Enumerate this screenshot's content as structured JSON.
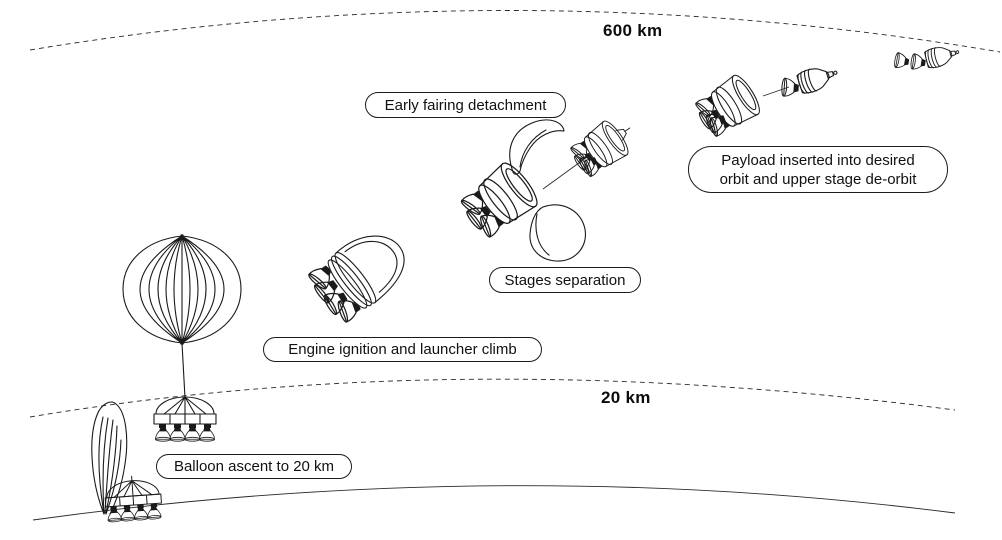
{
  "colors": {
    "background": "#ffffff",
    "ink": "#1a1a1a"
  },
  "altitudes": {
    "line_600km": {
      "label": "600 km"
    },
    "line_20km": {
      "label": "20 km"
    }
  },
  "phases": {
    "balloon_ascent": {
      "label": "Balloon ascent to 20 km",
      "icon": "balloon-with-hanging-launcher-icon"
    },
    "engine_ignition": {
      "label": "Engine ignition and launcher climb",
      "icon": "launcher-climb-icon"
    },
    "early_fairing": {
      "label": "Early fairing detachment",
      "icon": "fairing-halves-icon"
    },
    "stages_separation": {
      "label": "Stages separation",
      "icon": "stage-separation-icon"
    },
    "payload_insertion": {
      "label_line1": "Payload inserted into desired",
      "label_line2": "orbit and upper stage de-orbit",
      "icon": "payload-deorbit-icon"
    }
  },
  "ground_site": {
    "icon": "deflated-balloon-and-launcher-icon"
  }
}
